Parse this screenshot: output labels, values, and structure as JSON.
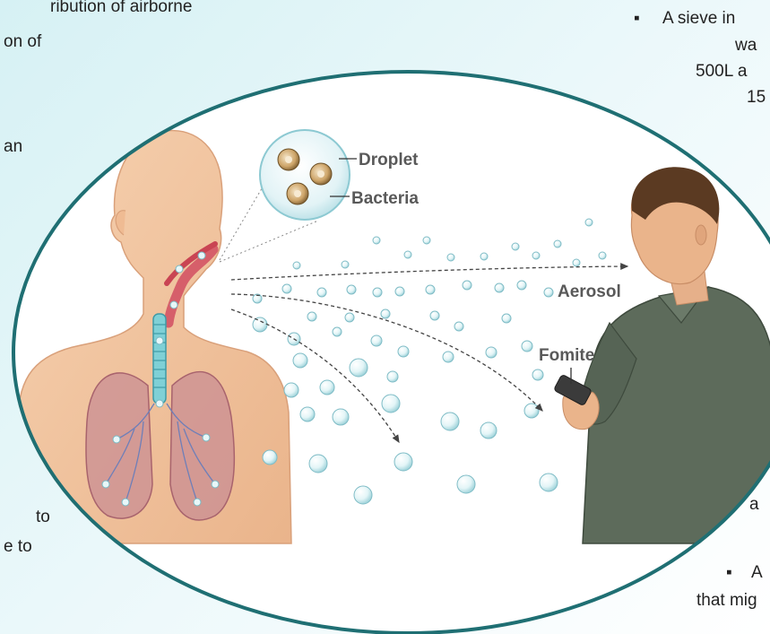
{
  "left_text_fragments": [
    "ribution of airborne",
    "on of",
    "an",
    "to",
    "e to"
  ],
  "right_text_fragments": [
    "A sieve in",
    "wa",
    "500L a",
    "15",
    "a",
    "A",
    "that mig"
  ],
  "labels": {
    "droplet": "Droplet",
    "bacteria": "Bacteria",
    "aerosol": "Aerosol",
    "fomite": "Fomite"
  },
  "colors": {
    "frame": "#1f6f73",
    "skin": "#f2c6a0",
    "shirt": "#5d6b5b",
    "droplet": "#d7f0f4"
  }
}
